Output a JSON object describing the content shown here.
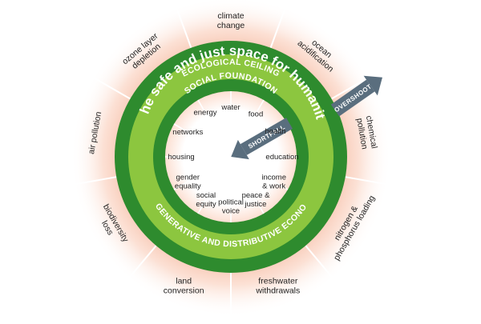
{
  "diagram": {
    "ecological_ceiling_label": "ECOLOGICAL CEILING",
    "social_foundation_label": "SOCIAL FOUNDATION",
    "safe_space_label": "the safe and just space for humanity",
    "economy_label": "REGENERATIVE AND DISTRIBUTIVE ECONOMY",
    "overshoot_label": "OVERSHOOT",
    "shortfall_label": "SHORTFALL",
    "ecological": [
      [
        "climate",
        "change"
      ],
      [
        "ocean",
        "acidification"
      ],
      [
        "chemical",
        "pollution"
      ],
      [
        "nitrogen &",
        "phosphorus loading"
      ],
      [
        "freshwater",
        "withdrawals"
      ],
      [
        "land",
        "conversion"
      ],
      [
        "biodiversity",
        "loss"
      ],
      [
        "air pollution"
      ],
      [
        "ozone layer",
        "depletion"
      ]
    ],
    "social": [
      [
        "water"
      ],
      [
        "food"
      ],
      [
        "health"
      ],
      [
        "education"
      ],
      [
        "income",
        "& work"
      ],
      [
        "peace &",
        "justice"
      ],
      [
        "political",
        "voice"
      ],
      [
        "social",
        "equity"
      ],
      [
        "gender",
        "equality"
      ],
      [
        "housing"
      ],
      [
        "networks"
      ],
      [
        "energy"
      ]
    ],
    "colors": {
      "dark_green": "#2e8b2e",
      "light_green": "#8cc63f",
      "arrow_gray": "#5a6e7e",
      "glow": "#f6b9a0"
    }
  }
}
